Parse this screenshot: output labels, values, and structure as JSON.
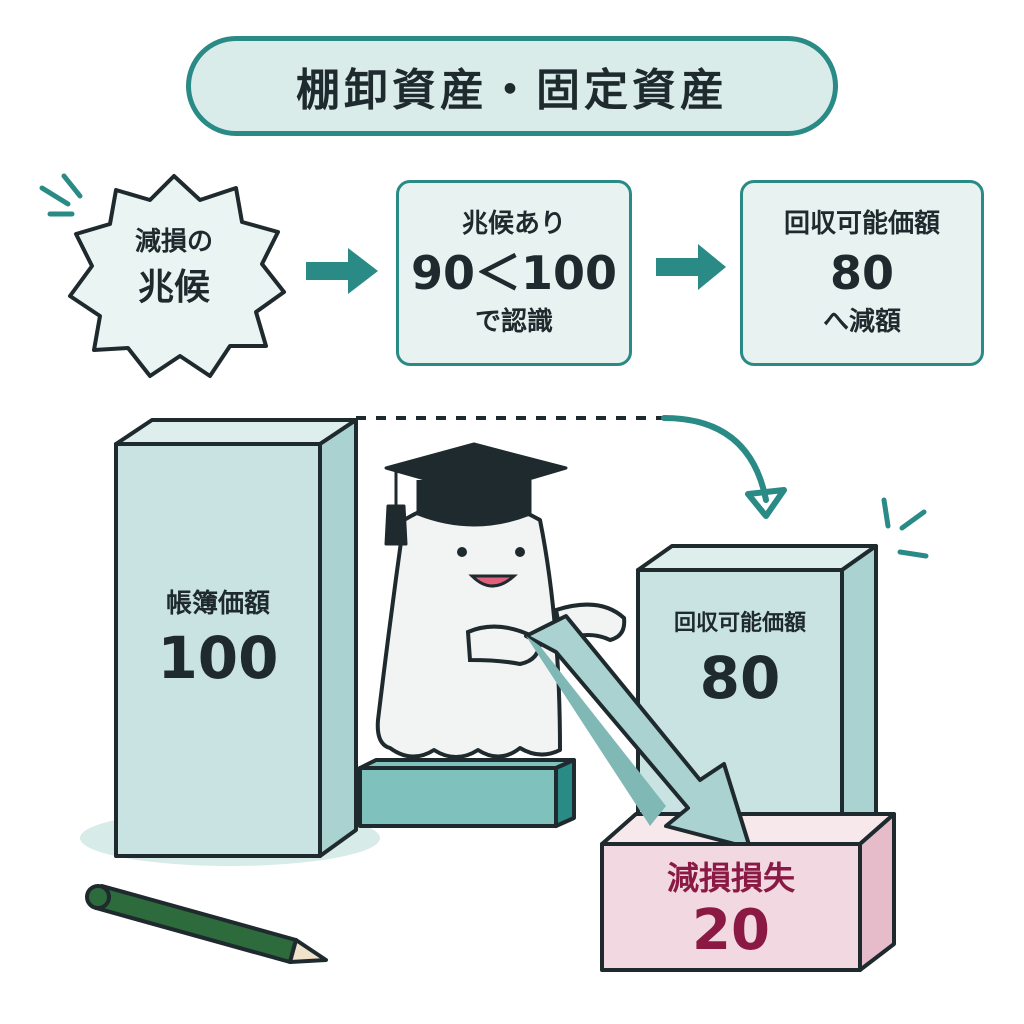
{
  "title": "棚卸資産・固定資産",
  "flow": {
    "burst": {
      "line1": "減損の",
      "line2": "兆候"
    },
    "step2": {
      "top": "兆候あり",
      "main": "90＜100",
      "bottom": "で認識"
    },
    "step3": {
      "top": "回収可能価額",
      "main": "80",
      "bottom": "へ減額"
    }
  },
  "blocks": {
    "book": {
      "label": "帳簿価額",
      "value": "100"
    },
    "recoverable": {
      "label": "回収可能価額",
      "value": "80"
    },
    "loss": {
      "label": "減損損失",
      "value": "20"
    }
  },
  "colors": {
    "teal": "#2a8a85",
    "block": "#c9e3e2",
    "loss_box": "#f2d8e0",
    "loss_text": "#8a1a44"
  }
}
